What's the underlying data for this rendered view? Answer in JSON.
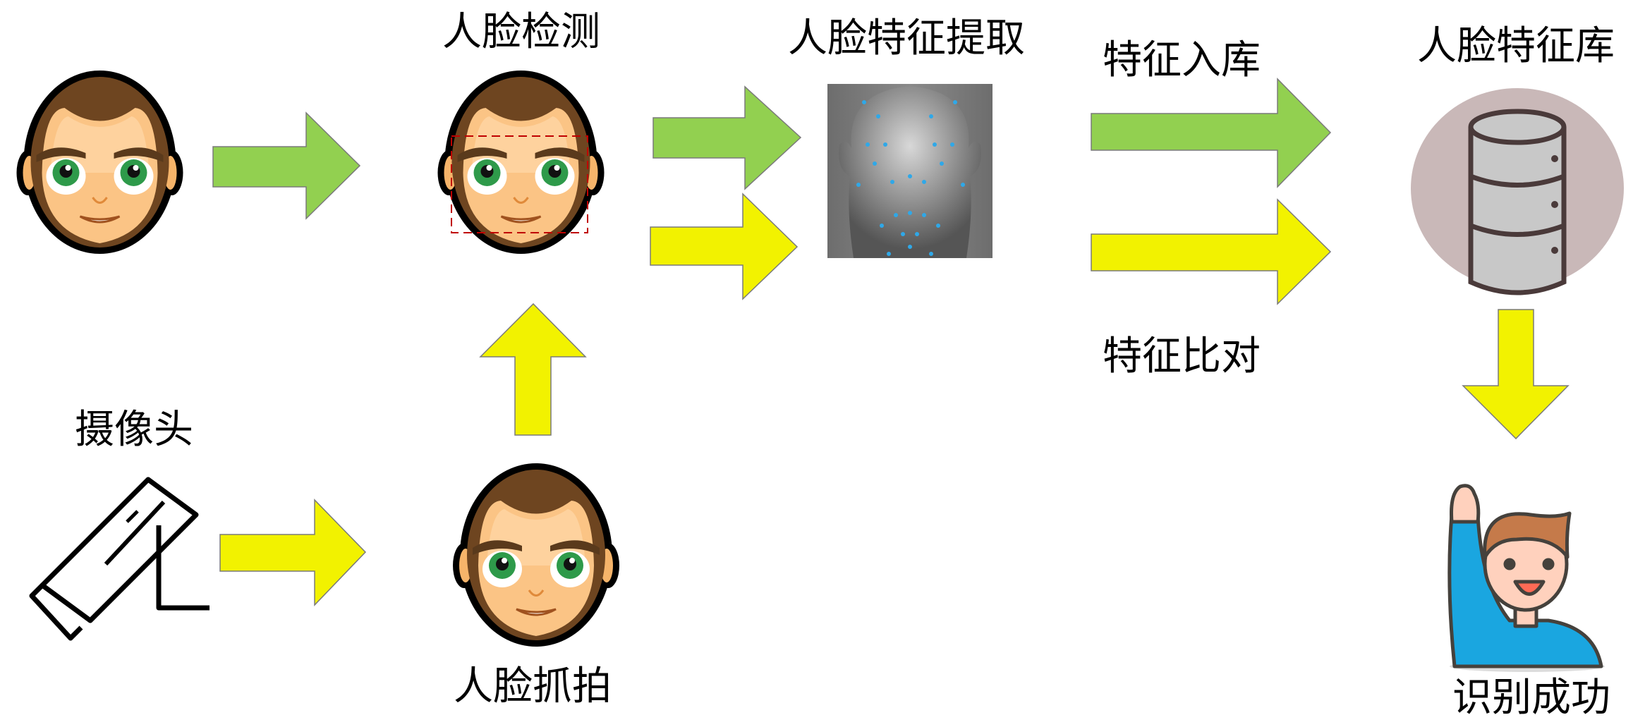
{
  "labels": {
    "face_detection": "人脸检测",
    "feature_extraction": "人脸特征提取",
    "feature_enroll": "特征入库",
    "feature_database": "人脸特征库",
    "feature_compare": "特征比对",
    "camera": "摄像头",
    "face_capture": "人脸抓拍",
    "recognition_success": "识别成功"
  },
  "colors": {
    "green_arrow": "#92D050",
    "yellow_arrow": "#F2F200",
    "detection_box": "#C00000",
    "db_circle": "#C9B8B8",
    "person_shirt": "#1AA6E0"
  },
  "icons": [
    "face-icon",
    "face-detected-icon",
    "face-landmarks-image",
    "database-icon",
    "camera-icon",
    "success-person-icon"
  ]
}
